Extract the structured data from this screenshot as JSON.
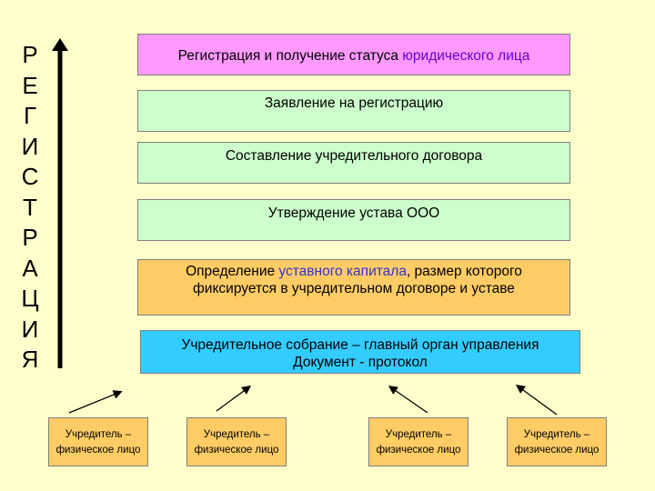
{
  "vertical_word": [
    "Р",
    "Е",
    "Г",
    "И",
    "С",
    "Т",
    "Р",
    "А",
    "Ц",
    "И",
    "Я"
  ],
  "steps": {
    "registration": {
      "text_before": "Регистрация и получение статуса ",
      "highlight": "юридического лица"
    },
    "application": {
      "text": "Заявление на регистрацию"
    },
    "contract": {
      "text": "Составление учредительного договора"
    },
    "charter": {
      "text": "Утверждение устава ООО"
    },
    "capital": {
      "text_before": "Определение ",
      "highlight": "уставного капитала",
      "text_after": ", размер которого",
      "line2": "фиксируется в учредительном договоре и уставе"
    },
    "meeting": {
      "line1": "Учредительное собрание – главный орган управления",
      "line2": "Документ - протокол"
    }
  },
  "founders": [
    {
      "line1": "Учредитель –",
      "line2": "физическое лицо"
    },
    {
      "line1": "Учредитель –",
      "line2": "физическое лицо"
    },
    {
      "line1": "Учредитель –",
      "line2": "физическое лицо"
    },
    {
      "line1": "Учредитель –",
      "line2": "физическое лицо"
    }
  ],
  "colors": {
    "background": "#ffffcc",
    "registration": "#ff99ff",
    "steps": "#ccffcc",
    "capital": "#ffcc66",
    "meeting": "#33ccff",
    "founder": "#ffcc66"
  }
}
